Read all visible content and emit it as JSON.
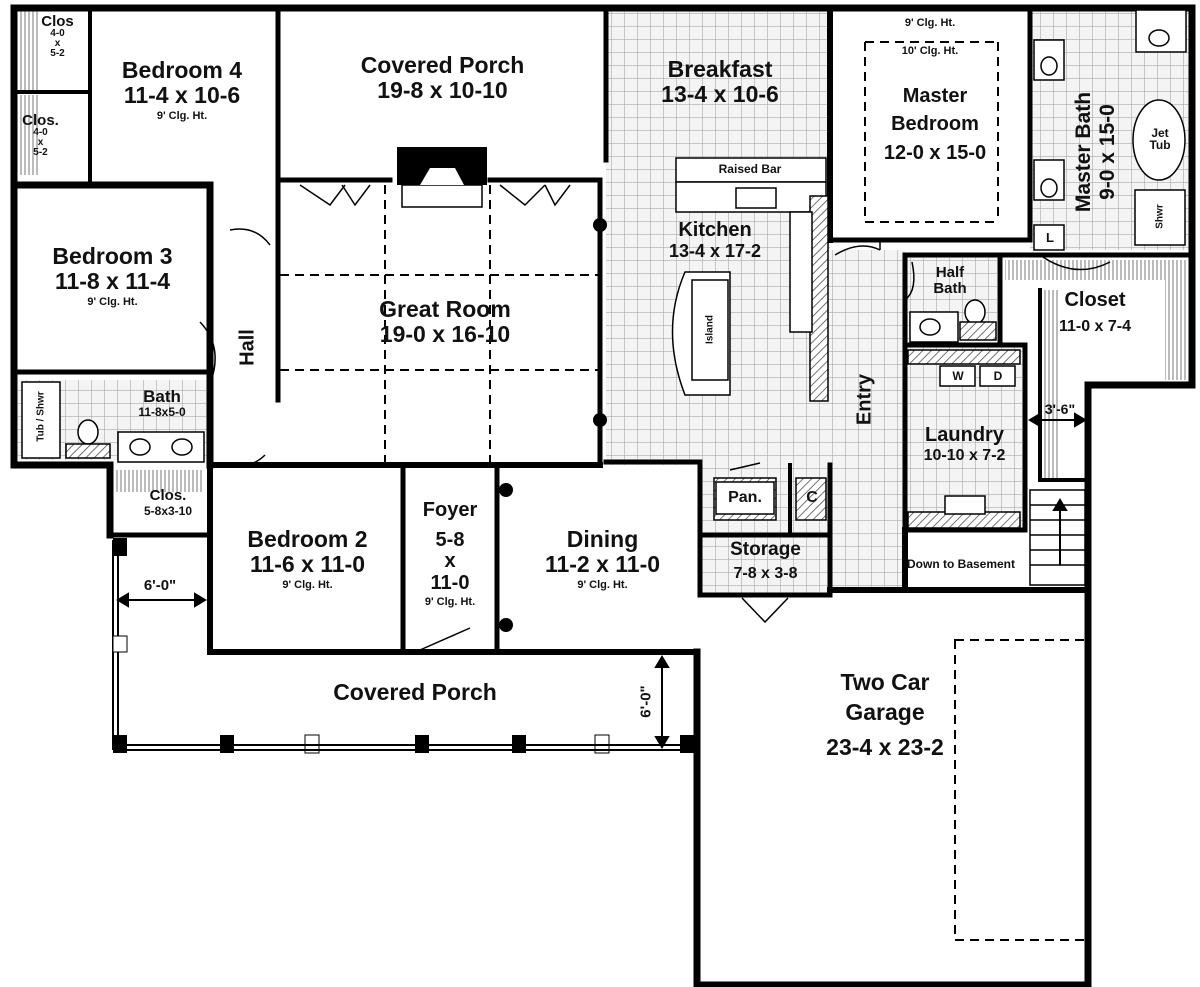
{
  "rooms": {
    "bedroom4": {
      "name": "Bedroom 4",
      "dim": "11-4 x 10-6",
      "clg": "9' Clg. Ht."
    },
    "covered_porch_top": {
      "name": "Covered Porch",
      "dim": "19-8 x 10-10"
    },
    "breakfast": {
      "name": "Breakfast",
      "dim": "13-4 x 10-6"
    },
    "master_bedroom": {
      "name": "Master",
      "name2": "Bedroom",
      "dim": "12-0 x 15-0",
      "clg1": "9' Clg. Ht.",
      "clg2": "10' Clg. Ht."
    },
    "master_bath": {
      "name": "Master Bath",
      "dim": "9-0 x 15-0"
    },
    "bedroom3": {
      "name": "Bedroom 3",
      "dim": "11-8 x 11-4",
      "clg": "9' Clg. Ht."
    },
    "great_room": {
      "name": "Great Room",
      "dim": "19-0 x 16-10"
    },
    "kitchen": {
      "name": "Kitchen",
      "dim": "13-4 x 17-2"
    },
    "half_bath": {
      "name": "Half",
      "name2": "Bath"
    },
    "closet": {
      "name": "Closet",
      "dim": "11-0 x 7-4"
    },
    "bath": {
      "name": "Bath",
      "dim": "11-8x5-0"
    },
    "laundry": {
      "name": "Laundry",
      "dim": "10-10 x 7-2"
    },
    "bedroom2": {
      "name": "Bedroom 2",
      "dim": "11-6 x 11-0",
      "clg": "9' Clg. Ht."
    },
    "foyer": {
      "name": "Foyer",
      "d1": "5-8",
      "d2": "x",
      "d3": "11-0",
      "clg": "9' Clg. Ht."
    },
    "dining": {
      "name": "Dining",
      "dim": "11-2 x 11-0",
      "clg": "9' Clg. Ht."
    },
    "storage": {
      "name": "Storage",
      "dim": "7-8 x 3-8"
    },
    "garage": {
      "name1": "Two Car",
      "name2": "Garage",
      "dim": "23-4 x 23-2"
    },
    "covered_porch_bottom": {
      "name": "Covered Porch"
    }
  },
  "labels": {
    "clos_top": [
      "Clos",
      "4-0",
      "x",
      "5-2"
    ],
    "clos_mid": [
      "Clos.",
      "4-0",
      "x",
      "5-2"
    ],
    "clos_bottom": {
      "name": "Clos.",
      "dim": "5-8x3-10"
    },
    "hall": "Hall",
    "entry": "Entry",
    "raised_bar": "Raised Bar",
    "island": "Island",
    "pantry": "Pan.",
    "coat_closet": "C",
    "tub_shower": "Tub / Shwr",
    "jet_tub": [
      "Jet",
      "Tub"
    ],
    "shower": "Shwr",
    "linen": "L",
    "washer": "W",
    "dryer": "D",
    "down_to_basement": "Down to Basement",
    "dim_porch_width": "6'-0\"",
    "dim_porch_depth": "6'-0\"",
    "dim_closet_opening": "3'-6\""
  }
}
